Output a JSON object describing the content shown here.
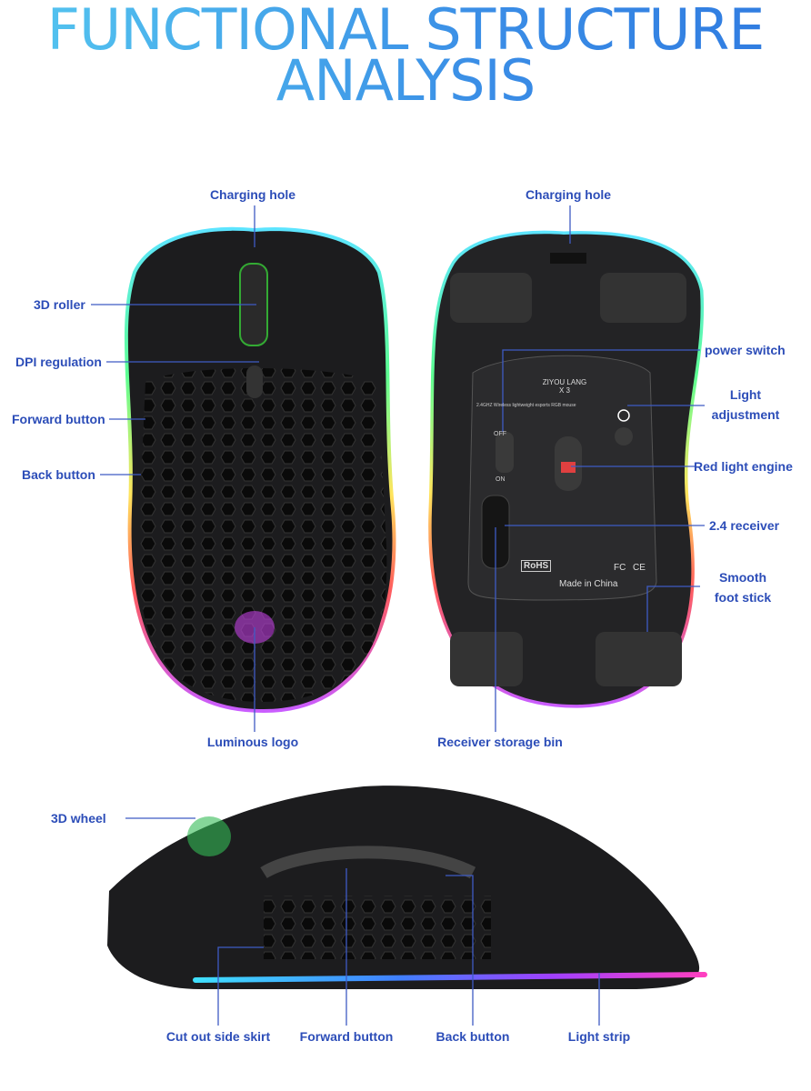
{
  "title": {
    "line1": "FUNCTIONAL STRUCTURE",
    "line2": "ANALYSIS"
  },
  "top_view": {
    "labels": {
      "charging_hole": "Charging hole",
      "roller": "3D roller",
      "dpi": "DPI regulation",
      "forward": "Forward button",
      "back": "Back button",
      "logo": "Luminous logo"
    }
  },
  "bottom_view": {
    "labels": {
      "charging_hole": "Charging hole",
      "power_switch": "power switch",
      "light_adjustment_1": "Light",
      "light_adjustment_2": "adjustment",
      "red_light_engine": "Red light engine",
      "receiver": "2.4 receiver",
      "foot_stick_1": "Smooth",
      "foot_stick_2": "foot stick",
      "storage_bin": "Receiver storage bin"
    },
    "printed": {
      "brand": "ZIYOU LANG",
      "model": "X 3",
      "desc": "2.4GHZ Wireless lightweight esports RGB mouse",
      "off": "OFF",
      "on": "ON",
      "rohs": "RoHS",
      "fc": "FC",
      "ce": "CE",
      "made": "Made in China"
    }
  },
  "side_view": {
    "labels": {
      "wheel": "3D wheel",
      "skirt": "Cut out side skirt",
      "forward": "Forward button",
      "back": "Back button",
      "strip": "Light strip"
    }
  },
  "colors": {
    "label": "#2c4db8",
    "leader": "#3e5bc4",
    "mouse": "#1c1c1e"
  }
}
